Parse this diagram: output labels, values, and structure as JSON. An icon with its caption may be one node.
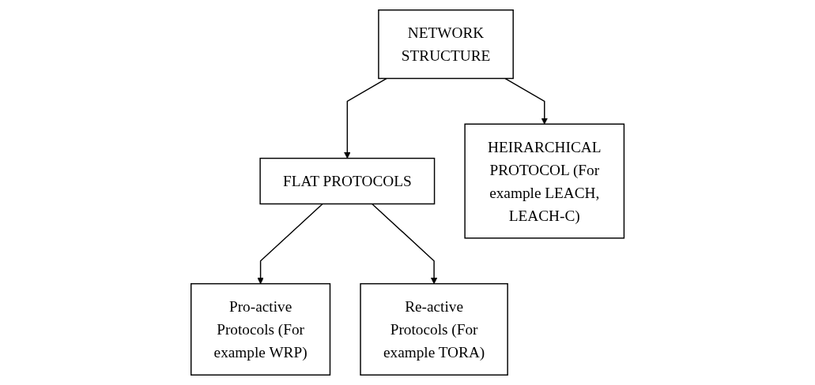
{
  "diagram": {
    "nodes": [
      {
        "text": [
          "NETWORK STRUCTURE"
        ]
      },
      {
        "text": [
          "FLAT PROTOCOLS"
        ]
      },
      {
        "text": [
          "HEIRARCHICAL PROTOCOL (For example LEACH, LEACH-C)"
        ]
      },
      {
        "text": [
          "Pro-active Protocols (For example WRP)"
        ]
      },
      {
        "text": [
          "Re-active Protocols (For example TORA)"
        ]
      }
    ],
    "edges": [
      {
        "from": 0,
        "to": 1,
        "arrow": "to"
      },
      {
        "from": 0,
        "to": 2,
        "arrow": "to"
      },
      {
        "from": 1,
        "to": 3,
        "arrow": "to"
      },
      {
        "from": 1,
        "to": 4,
        "arrow": "to"
      }
    ]
  }
}
